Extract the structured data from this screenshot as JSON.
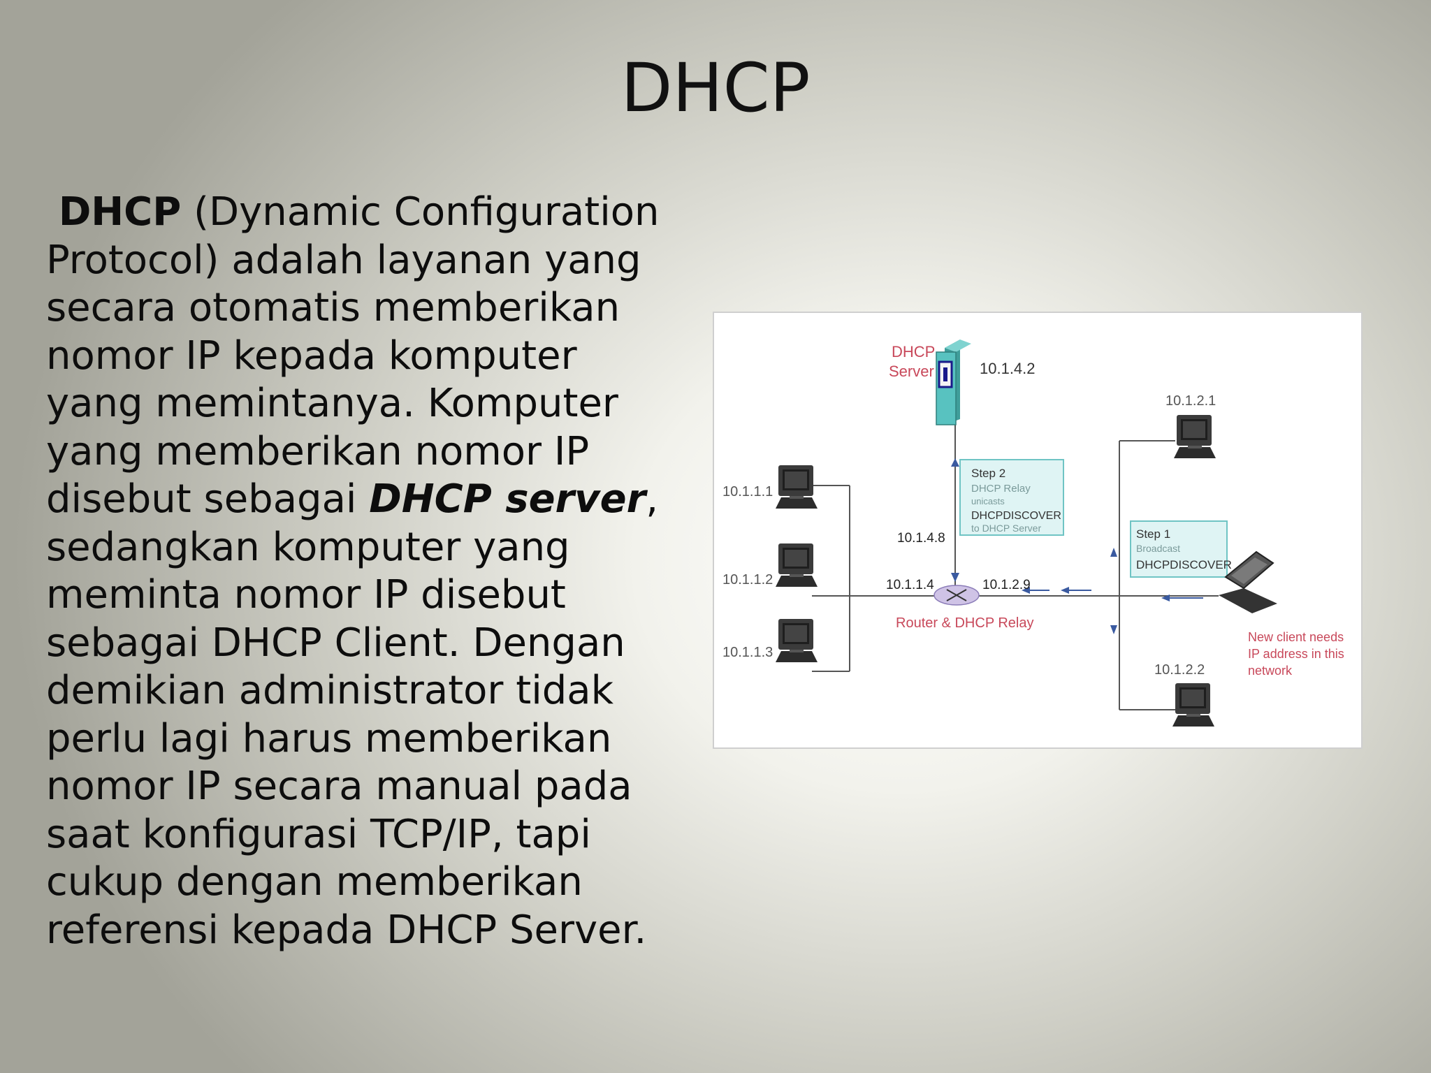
{
  "slide": {
    "title": "DHCP",
    "paragraph": {
      "lines": [
        [
          "",
          "DHCP",
          " (Dynamic Configuration"
        ],
        [
          "Protocol) adalah layanan yang",
          "",
          ""
        ],
        [
          "secara otomatis memberikan",
          "",
          ""
        ],
        [
          "nomor IP kepada komputer",
          "",
          ""
        ],
        [
          "yang memintanya. Komputer",
          "",
          ""
        ],
        [
          "yang memberikan nomor IP",
          "",
          ""
        ],
        [
          "disebut sebagai ",
          "DHCP server",
          ","
        ],
        [
          "sedangkan komputer yang",
          "",
          ""
        ],
        [
          "meminta nomor IP disebut",
          "",
          ""
        ],
        [
          "sebagai DHCP Client. Dengan",
          "",
          ""
        ],
        [
          "demikian administrator tidak",
          "",
          ""
        ],
        [
          "perlu lagi harus memberikan",
          "",
          ""
        ],
        [
          "nomor IP secara manual pada",
          "",
          ""
        ],
        [
          "saat konfigurasi TCP/IP, tapi",
          "",
          ""
        ],
        [
          "cukup dengan memberikan",
          "",
          ""
        ],
        [
          "referensi kepada DHCP Server.",
          "",
          ""
        ]
      ]
    }
  },
  "diagram": {
    "server_label_1": "DHCP",
    "server_label_2": "Server",
    "server_ip": "10.1.4.2",
    "router_ip_top": "10.1.4.8",
    "router_ip_left": "10.1.1.4",
    "router_ip_right": "10.1.2.9",
    "router_label": "Router & DHCP Relay",
    "step2": [
      "Step 2",
      "DHCP Relay",
      "unicasts",
      "DHCPDISCOVER",
      "to DHCP Server"
    ],
    "step1": [
      "Step 1",
      "Broadcast",
      "DHCPDISCOVER"
    ],
    "left_hosts": [
      "10.1.1.1",
      "10.1.1.2",
      "10.1.1.3"
    ],
    "right_hosts": [
      "10.1.2.1",
      "10.1.2.2"
    ],
    "new_client": [
      "New client needs",
      "IP address in this",
      "network"
    ],
    "colors": {
      "server_teal": "#58c2c0",
      "note_box": "#dff4f4",
      "label_red": "#c8485a",
      "router_purple": "#cfc3e6"
    }
  }
}
